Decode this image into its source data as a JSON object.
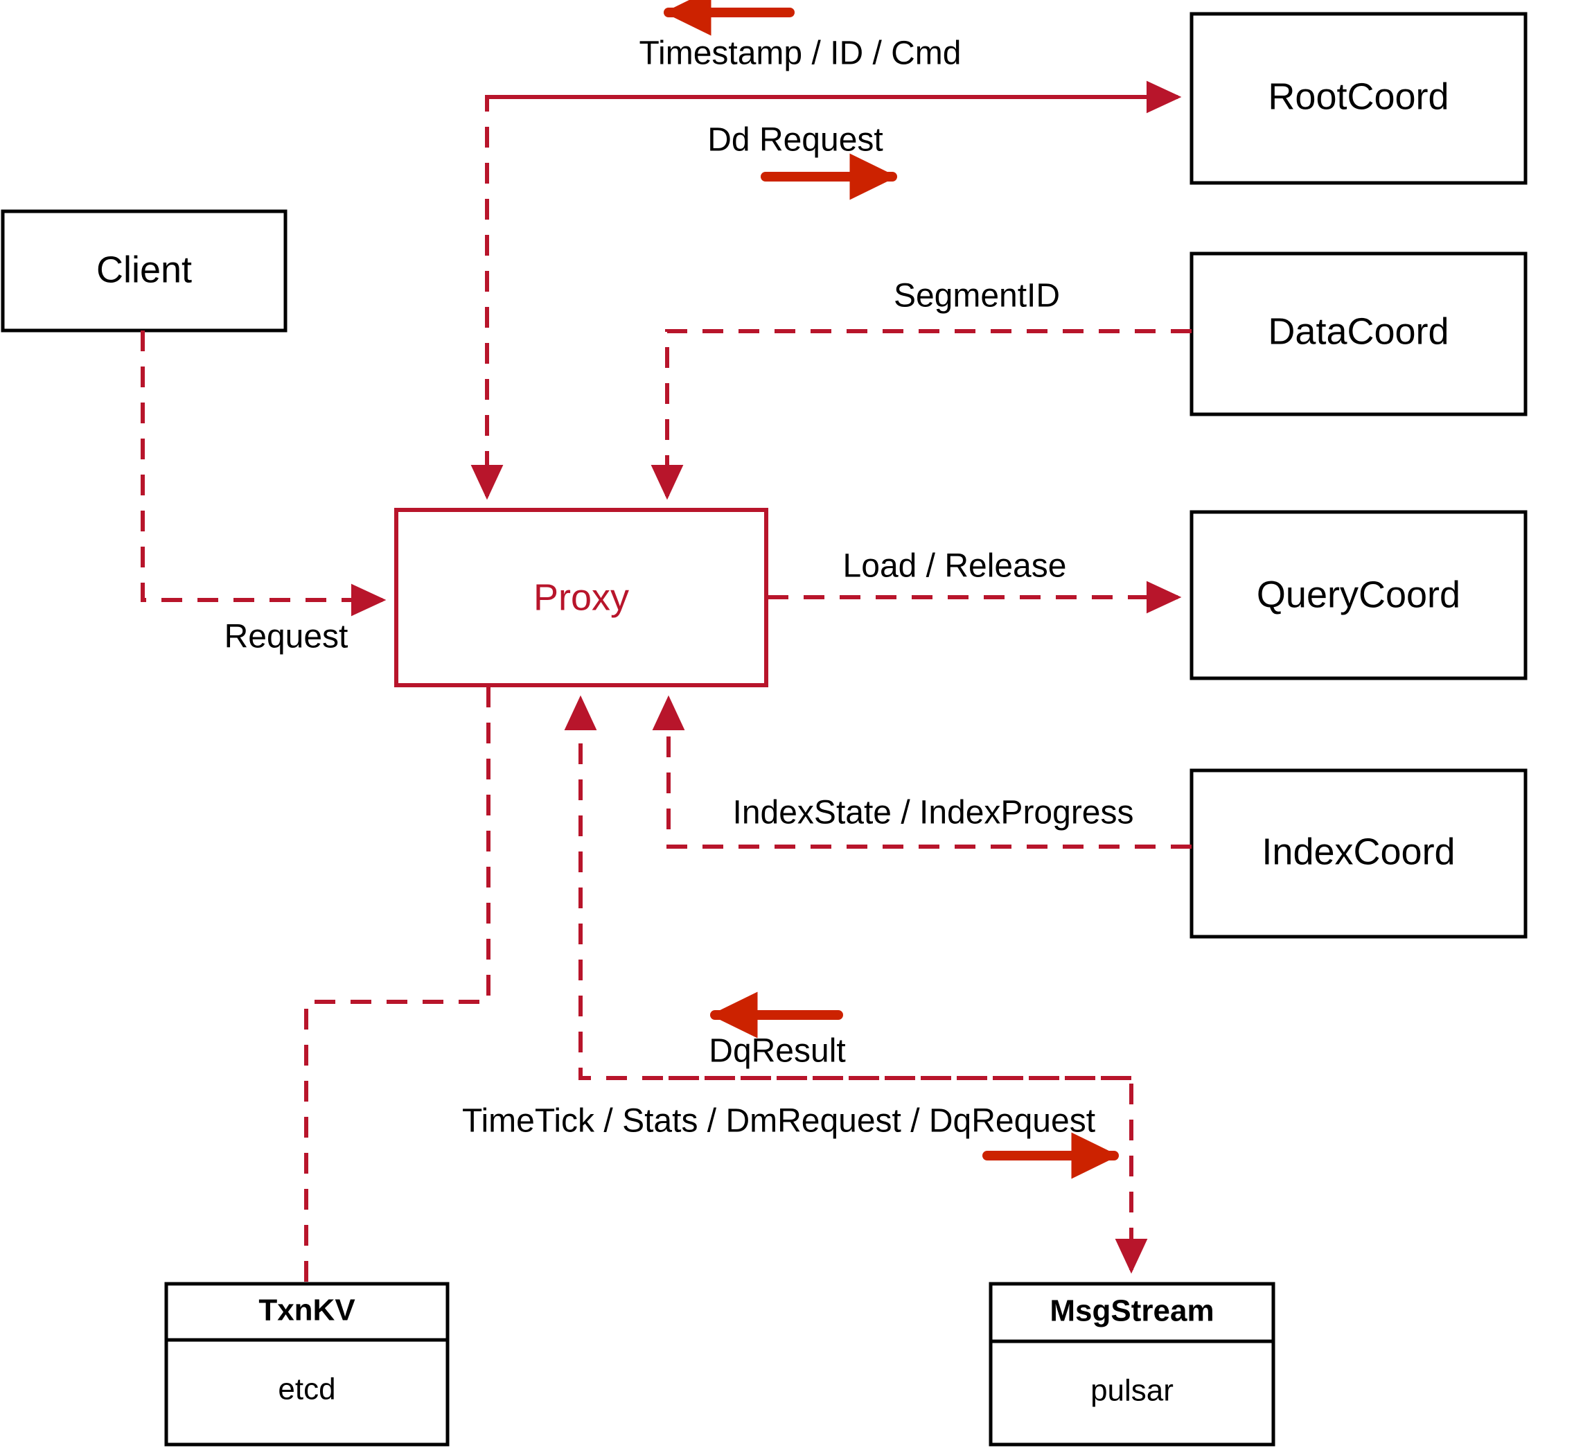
{
  "diagram": {
    "title": "Proxy interaction diagram",
    "colors": {
      "accent": "#b8152b",
      "arrow": "#cc2200",
      "box_stroke": "#000000",
      "background": "#ffffff"
    },
    "nodes": {
      "client": {
        "label": "Client"
      },
      "proxy": {
        "label": "Proxy"
      },
      "root_coord": {
        "label": "RootCoord"
      },
      "data_coord": {
        "label": "DataCoord"
      },
      "query_coord": {
        "label": "QueryCoord"
      },
      "index_coord": {
        "label": "IndexCoord"
      },
      "txn_kv": {
        "label": "TxnKV",
        "impl": "etcd"
      },
      "msg_stream": {
        "label": "MsgStream",
        "impl": "pulsar"
      }
    },
    "edge_labels": {
      "timestamp_id_cmd": "Timestamp / ID / Cmd",
      "dd_request": "Dd Request",
      "segment_id": "SegmentID",
      "request": "Request",
      "load_release": "Load / Release",
      "index_state_progress": "IndexState / IndexProgress",
      "dq_result": "DqResult",
      "timetick_stats_dm_dq": "TimeTick / Stats / DmRequest / DqRequest"
    }
  }
}
